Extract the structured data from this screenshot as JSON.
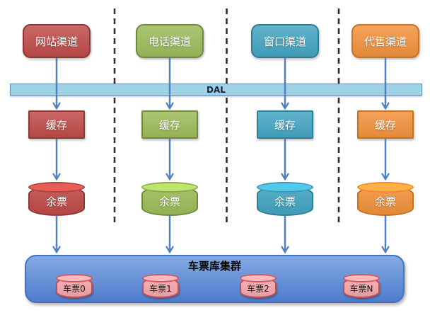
{
  "diagram": {
    "dal_bar": {
      "label": "DAL",
      "fill": "#9ED2E4",
      "border": "#5E8FB0",
      "text_color": "#14233d"
    },
    "channels": [
      {
        "label": "网站渠道",
        "cache_label": "缓存",
        "tickets_label": "余票",
        "color": "#BE4B48",
        "border": "#8E3836"
      },
      {
        "label": "电话渠道",
        "cache_label": "缓存",
        "tickets_label": "余票",
        "color": "#9BBB59",
        "border": "#71893F"
      },
      {
        "label": "窗口渠道",
        "cache_label": "缓存",
        "tickets_label": "余票",
        "color": "#43A4C1",
        "border": "#2E7F96"
      },
      {
        "label": "代售渠道",
        "cache_label": "缓存",
        "tickets_label": "余票",
        "color": "#F0913C",
        "border": "#C9711E"
      }
    ],
    "cluster": {
      "title": "车票库集群",
      "fill_top": "#84ABE3",
      "fill_bottom": "#4E7BCB",
      "border": "#4472C4",
      "db_fill": "#F5A7AC",
      "db_border": "#C14F52",
      "databases": [
        {
          "label": "车票0"
        },
        {
          "label": "车票1"
        },
        {
          "label": "车票2"
        },
        {
          "label": "车票N"
        }
      ]
    },
    "arrow_color": "#4F81BD",
    "separator_color": "#2E2E2E"
  }
}
